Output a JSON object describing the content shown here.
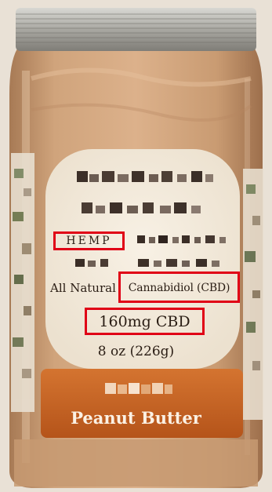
{
  "product": {
    "hemp_label": "HEMP",
    "natural_prefix": "All Natural",
    "ingredient": "Cannabidiol (CBD)",
    "dose": "160mg CBD",
    "net_weight": "8 oz (226g)",
    "product_name": "Peanut Butter"
  },
  "colors": {
    "highlight_box": "#e00016",
    "label_cream": "#f4ecde",
    "band_orange": "#c8621f",
    "peanut_butter": "#c79a72"
  },
  "icons": {
    "pixelated_areas": "mosaic-blur"
  }
}
